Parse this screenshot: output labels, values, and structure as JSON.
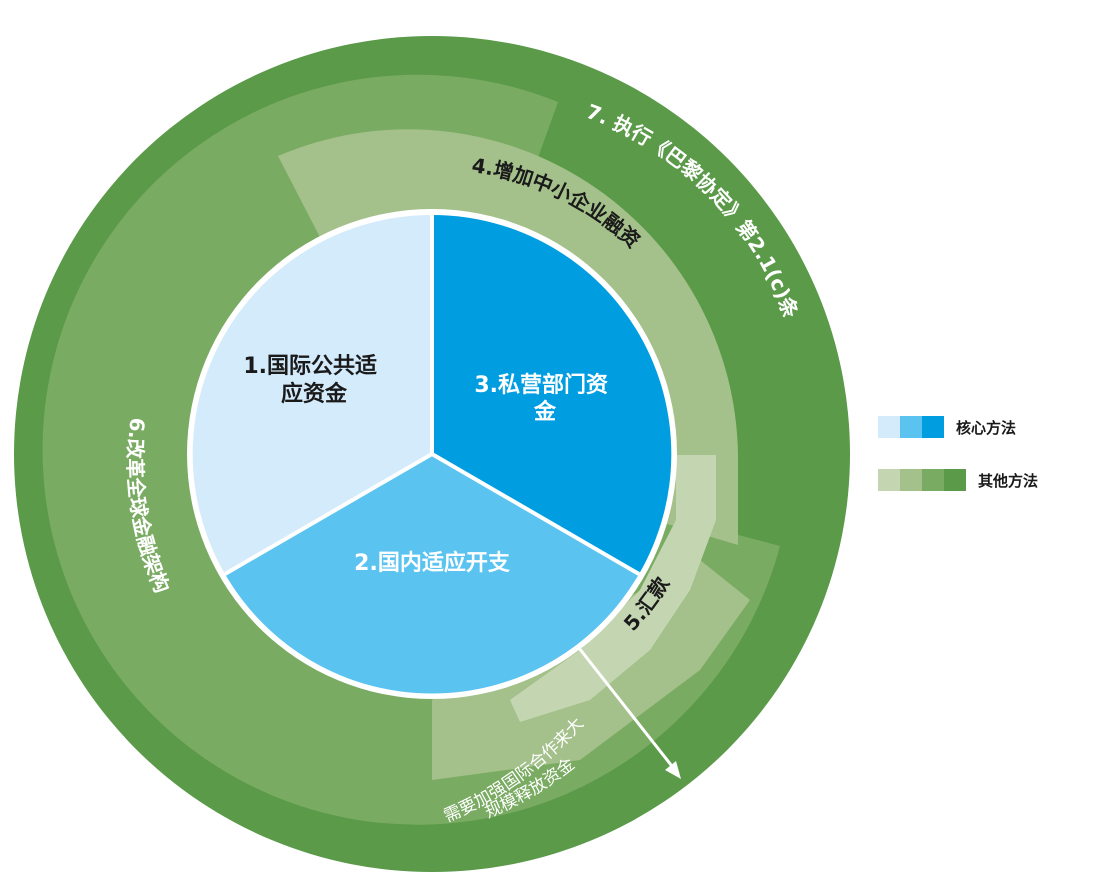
{
  "colors": {
    "outer_ring": "#5a9a48",
    "ring_segment_dark": "#7aab62",
    "ring_segment_mid": "#a4c08b",
    "ring_segment_light": "#c4d6b1",
    "core_1": "#d4ebfb",
    "core_2": "#5bc3f0",
    "core_3": "#009de1",
    "text_dark": "#1a1a1a",
    "text_light": "#ffffff"
  },
  "core": {
    "item1": {
      "line1": "1.国际公共适",
      "line2": "应资金"
    },
    "item2": {
      "line1": "2.国内适应开支"
    },
    "item3": {
      "line1": "3.私营部门资",
      "line2": "金"
    }
  },
  "rings": {
    "item4": "4.增加中小企业融资",
    "item5": "5.汇款",
    "item6": "6.改革全球金融架构",
    "item7": "7. 执行《巴黎协定》第2.1(c)条"
  },
  "annotation": {
    "line1": "需要加强国际合作来大",
    "line2": "规模释放资金"
  },
  "legend": {
    "core_label": "核心方法",
    "other_label": "其他方法",
    "core_swatches": [
      "#d4ebfb",
      "#5bc3f0",
      "#009de1"
    ],
    "other_swatches": [
      "#c4d6b1",
      "#a4c08b",
      "#7aab62",
      "#5a9a48"
    ]
  }
}
